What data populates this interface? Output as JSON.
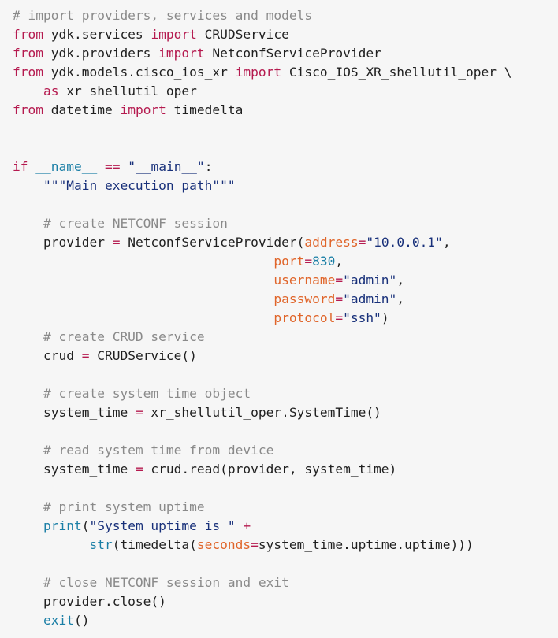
{
  "code": {
    "lines": [
      [
        {
          "t": "c",
          "v": "# import providers, services and models"
        }
      ],
      [
        {
          "t": "k",
          "v": "from"
        },
        {
          "t": "t",
          "v": " ydk.services "
        },
        {
          "t": "k",
          "v": "import"
        },
        {
          "t": "t",
          "v": " CRUDService"
        }
      ],
      [
        {
          "t": "k",
          "v": "from"
        },
        {
          "t": "t",
          "v": " ydk.providers "
        },
        {
          "t": "k",
          "v": "import"
        },
        {
          "t": "t",
          "v": " NetconfServiceProvider"
        }
      ],
      [
        {
          "t": "k",
          "v": "from"
        },
        {
          "t": "t",
          "v": " ydk.models.cisco_ios_xr "
        },
        {
          "t": "k",
          "v": "import"
        },
        {
          "t": "t",
          "v": " Cisco_IOS_XR_shellutil_oper \\"
        }
      ],
      [
        {
          "t": "t",
          "v": "    "
        },
        {
          "t": "k",
          "v": "as"
        },
        {
          "t": "t",
          "v": " xr_shellutil_oper"
        }
      ],
      [
        {
          "t": "k",
          "v": "from"
        },
        {
          "t": "t",
          "v": " datetime "
        },
        {
          "t": "k",
          "v": "import"
        },
        {
          "t": "t",
          "v": " timedelta"
        }
      ],
      [],
      [],
      [
        {
          "t": "k",
          "v": "if"
        },
        {
          "t": "t",
          "v": " "
        },
        {
          "t": "b",
          "v": "__name__"
        },
        {
          "t": "t",
          "v": " "
        },
        {
          "t": "o",
          "v": "=="
        },
        {
          "t": "t",
          "v": " "
        },
        {
          "t": "s",
          "v": "\"__main__\""
        },
        {
          "t": "t",
          "v": ":"
        }
      ],
      [
        {
          "t": "t",
          "v": "    "
        },
        {
          "t": "s",
          "v": "\"\"\"Main execution path\"\"\""
        }
      ],
      [],
      [
        {
          "t": "t",
          "v": "    "
        },
        {
          "t": "c",
          "v": "# create NETCONF session"
        }
      ],
      [
        {
          "t": "t",
          "v": "    provider "
        },
        {
          "t": "o",
          "v": "="
        },
        {
          "t": "t",
          "v": " NetconfServiceProvider("
        },
        {
          "t": "p",
          "v": "address"
        },
        {
          "t": "o",
          "v": "="
        },
        {
          "t": "s",
          "v": "\"10.0.0.1\""
        },
        {
          "t": "t",
          "v": ","
        }
      ],
      [
        {
          "t": "t",
          "v": "                                  "
        },
        {
          "t": "p",
          "v": "port"
        },
        {
          "t": "o",
          "v": "="
        },
        {
          "t": "b",
          "v": "830"
        },
        {
          "t": "t",
          "v": ","
        }
      ],
      [
        {
          "t": "t",
          "v": "                                  "
        },
        {
          "t": "p",
          "v": "username"
        },
        {
          "t": "o",
          "v": "="
        },
        {
          "t": "s",
          "v": "\"admin\""
        },
        {
          "t": "t",
          "v": ","
        }
      ],
      [
        {
          "t": "t",
          "v": "                                  "
        },
        {
          "t": "p",
          "v": "password"
        },
        {
          "t": "o",
          "v": "="
        },
        {
          "t": "s",
          "v": "\"admin\""
        },
        {
          "t": "t",
          "v": ","
        }
      ],
      [
        {
          "t": "t",
          "v": "                                  "
        },
        {
          "t": "p",
          "v": "protocol"
        },
        {
          "t": "o",
          "v": "="
        },
        {
          "t": "s",
          "v": "\"ssh\""
        },
        {
          "t": "t",
          "v": ")"
        }
      ],
      [
        {
          "t": "t",
          "v": "    "
        },
        {
          "t": "c",
          "v": "# create CRUD service"
        }
      ],
      [
        {
          "t": "t",
          "v": "    crud "
        },
        {
          "t": "o",
          "v": "="
        },
        {
          "t": "t",
          "v": " CRUDService()"
        }
      ],
      [],
      [
        {
          "t": "t",
          "v": "    "
        },
        {
          "t": "c",
          "v": "# create system time object"
        }
      ],
      [
        {
          "t": "t",
          "v": "    system_time "
        },
        {
          "t": "o",
          "v": "="
        },
        {
          "t": "t",
          "v": " xr_shellutil_oper.SystemTime()"
        }
      ],
      [],
      [
        {
          "t": "t",
          "v": "    "
        },
        {
          "t": "c",
          "v": "# read system time from device"
        }
      ],
      [
        {
          "t": "t",
          "v": "    system_time "
        },
        {
          "t": "o",
          "v": "="
        },
        {
          "t": "t",
          "v": " crud.read(provider, system_time)"
        }
      ],
      [],
      [
        {
          "t": "t",
          "v": "    "
        },
        {
          "t": "c",
          "v": "# print system uptime"
        }
      ],
      [
        {
          "t": "t",
          "v": "    "
        },
        {
          "t": "b",
          "v": "print"
        },
        {
          "t": "t",
          "v": "("
        },
        {
          "t": "s",
          "v": "\"System uptime is \""
        },
        {
          "t": "t",
          "v": " "
        },
        {
          "t": "o",
          "v": "+"
        }
      ],
      [
        {
          "t": "t",
          "v": "          "
        },
        {
          "t": "b",
          "v": "str"
        },
        {
          "t": "t",
          "v": "(timedelta("
        },
        {
          "t": "p",
          "v": "seconds"
        },
        {
          "t": "o",
          "v": "="
        },
        {
          "t": "t",
          "v": "system_time.uptime.uptime)))"
        }
      ],
      [],
      [
        {
          "t": "t",
          "v": "    "
        },
        {
          "t": "c",
          "v": "# close NETCONF session and exit"
        }
      ],
      [
        {
          "t": "t",
          "v": "    provider.close()"
        }
      ],
      [
        {
          "t": "t",
          "v": "    "
        },
        {
          "t": "b",
          "v": "exit"
        },
        {
          "t": "t",
          "v": "()"
        }
      ]
    ]
  },
  "colors": {
    "background": "#f6f6f6",
    "comment": "#8a8a8a",
    "keyword": "#b51a4f",
    "string": "#18307a",
    "builtin": "#1b7fa6",
    "parameter": "#e0652a",
    "text": "#1f1f1f"
  }
}
